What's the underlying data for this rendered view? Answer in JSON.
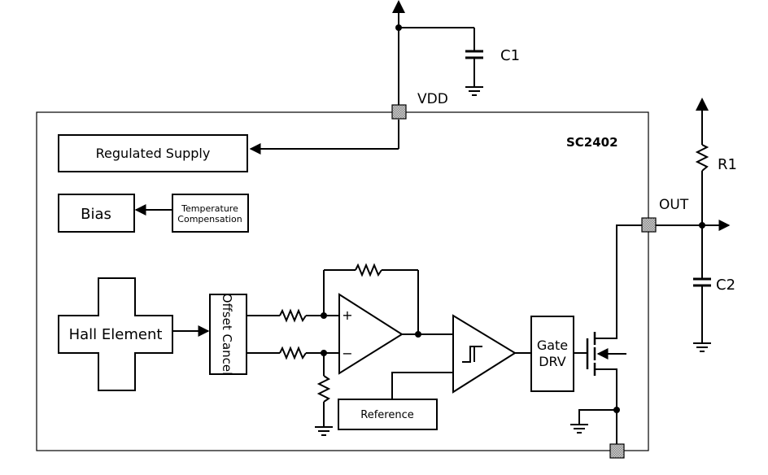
{
  "chip": {
    "name": "SC2402",
    "blocks": {
      "regulated_supply": "Regulated Supply",
      "bias": "Bias",
      "temp_comp_line1": "Temperature",
      "temp_comp_line2": "Compensation",
      "hall_element": "Hall Element",
      "offset_cancel": "Offset Cancel",
      "reference": "Reference",
      "gate_drv_line1": "Gate",
      "gate_drv_line2": "DRV"
    },
    "opamp_signs": {
      "plus": "+",
      "minus": "−"
    }
  },
  "external": {
    "vdd_label": "VDD",
    "out_label": "OUT",
    "c1_label": "C1",
    "c2_label": "C2",
    "r1_label": "R1"
  }
}
